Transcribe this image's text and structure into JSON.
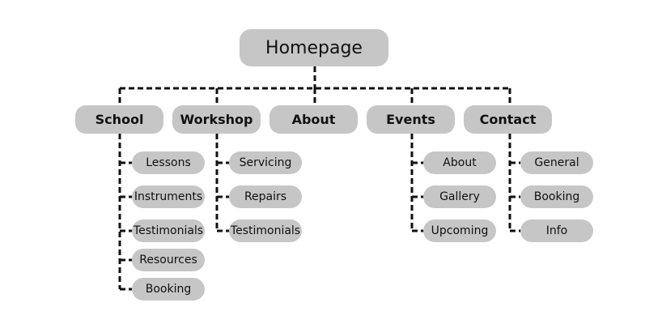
{
  "root": {
    "label": "Homepage"
  },
  "sections": [
    {
      "label": "School",
      "children": [
        "Lessons",
        "Instruments",
        "Testimonials",
        "Resources",
        "Booking"
      ]
    },
    {
      "label": "Workshop",
      "children": [
        "Servicing",
        "Repairs",
        "Testimonials"
      ]
    },
    {
      "label": "About",
      "children": []
    },
    {
      "label": "Events",
      "children": [
        "About",
        "Gallery",
        "Upcoming"
      ]
    },
    {
      "label": "Contact",
      "children": [
        "General",
        "Booking",
        "Info"
      ]
    }
  ],
  "colors": {
    "node_fill": "#c6c6c6",
    "connector": "#111111",
    "background": "#ffffff"
  }
}
